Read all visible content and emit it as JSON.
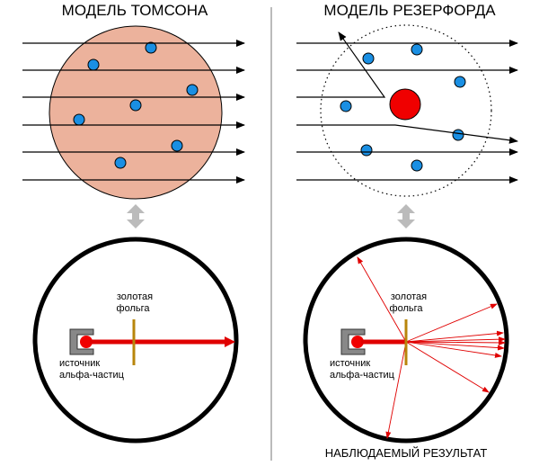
{
  "thomson": {
    "title": "МОДЕЛЬ ТОМСОНА",
    "foil_label_1": "золотая",
    "foil_label_2": "фольга",
    "source_label_1": "источник",
    "source_label_2": "альфа-частиц"
  },
  "rutherford": {
    "title": "МОДЕЛЬ РЕЗЕРФОРДА",
    "foil_label_1": "золотая",
    "foil_label_2": "фольга",
    "source_label_1": "источник",
    "source_label_2": "альфа-частиц",
    "result_label": "НАБЛЮДАЕМЫЙ РЕЗУЛЬТАТ"
  },
  "colors": {
    "thomson_sphere": "#ECB29C",
    "electron": "#1A8FE3",
    "nucleus": "#F00000",
    "foil": "#B8860B",
    "divider": "#BBBBBB",
    "double_arrow": "#BBBBBB"
  }
}
